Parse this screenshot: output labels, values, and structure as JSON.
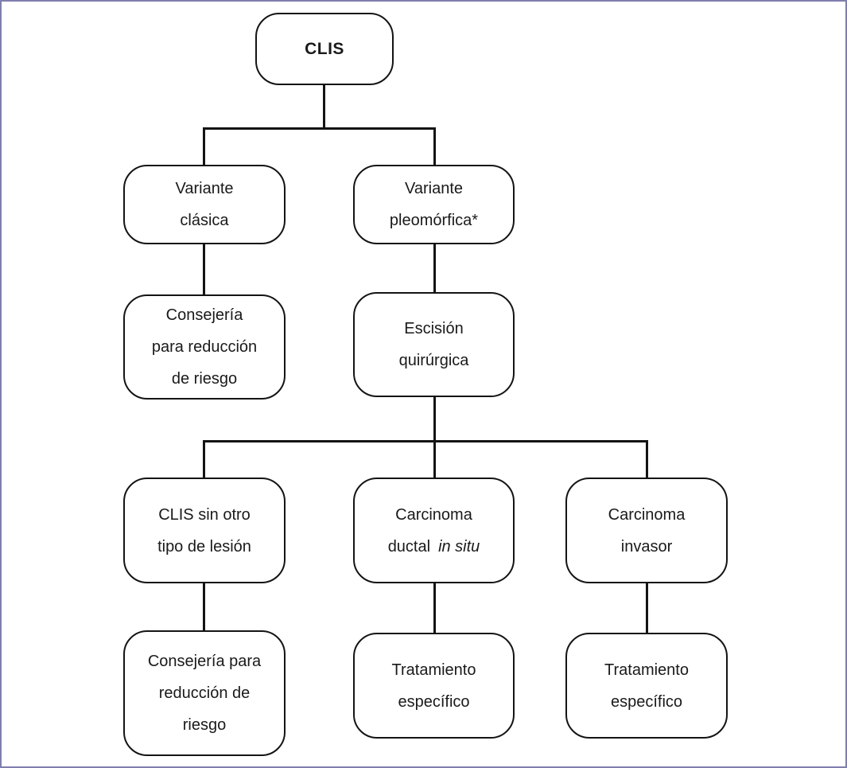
{
  "diagram": {
    "type": "flowchart",
    "language": "es",
    "nodes": {
      "clis": {
        "label": "CLIS"
      },
      "variante_clasica": {
        "line1": "Variante",
        "line2": "clásica"
      },
      "variante_pleomorfica": {
        "line1": "Variante",
        "line2": "pleomórfica*"
      },
      "consejeria_top": {
        "line1": "Consejería",
        "line2": "para reducción",
        "line3": "de riesgo"
      },
      "escision": {
        "line1": "Escisión",
        "line2": "quirúrgica"
      },
      "clis_sin_otro": {
        "line1": "CLIS sin otro",
        "line2": "tipo de lesión"
      },
      "carcinoma_ductal": {
        "line1": "Carcinoma",
        "line2_text": "ductal",
        "line2_italic": "in situ"
      },
      "carcinoma_invasor": {
        "line1": "Carcinoma",
        "line2": "invasor"
      },
      "consejeria_bottom": {
        "line1": "Consejería para",
        "line2": "reducción de",
        "line3": "riesgo"
      },
      "tratamiento_ductal": {
        "line1": "Tratamiento",
        "line2": "específico"
      },
      "tratamiento_invasor": {
        "line1": "Tratamiento",
        "line2": "específico"
      }
    },
    "edges": [
      [
        "clis",
        "variante_clasica"
      ],
      [
        "clis",
        "variante_pleomorfica"
      ],
      [
        "variante_clasica",
        "consejeria_top"
      ],
      [
        "variante_pleomorfica",
        "escision"
      ],
      [
        "escision",
        "clis_sin_otro"
      ],
      [
        "escision",
        "carcinoma_ductal"
      ],
      [
        "escision",
        "carcinoma_invasor"
      ],
      [
        "clis_sin_otro",
        "consejeria_bottom"
      ],
      [
        "carcinoma_ductal",
        "tratamiento_ductal"
      ],
      [
        "carcinoma_invasor",
        "tratamiento_invasor"
      ]
    ],
    "colors": {
      "node_border": "#141414",
      "node_background": "#ffffff",
      "text": "#1a1a1a",
      "connector": "#141414",
      "outer_border": "#817fae",
      "page_background": "#ffffff"
    }
  }
}
